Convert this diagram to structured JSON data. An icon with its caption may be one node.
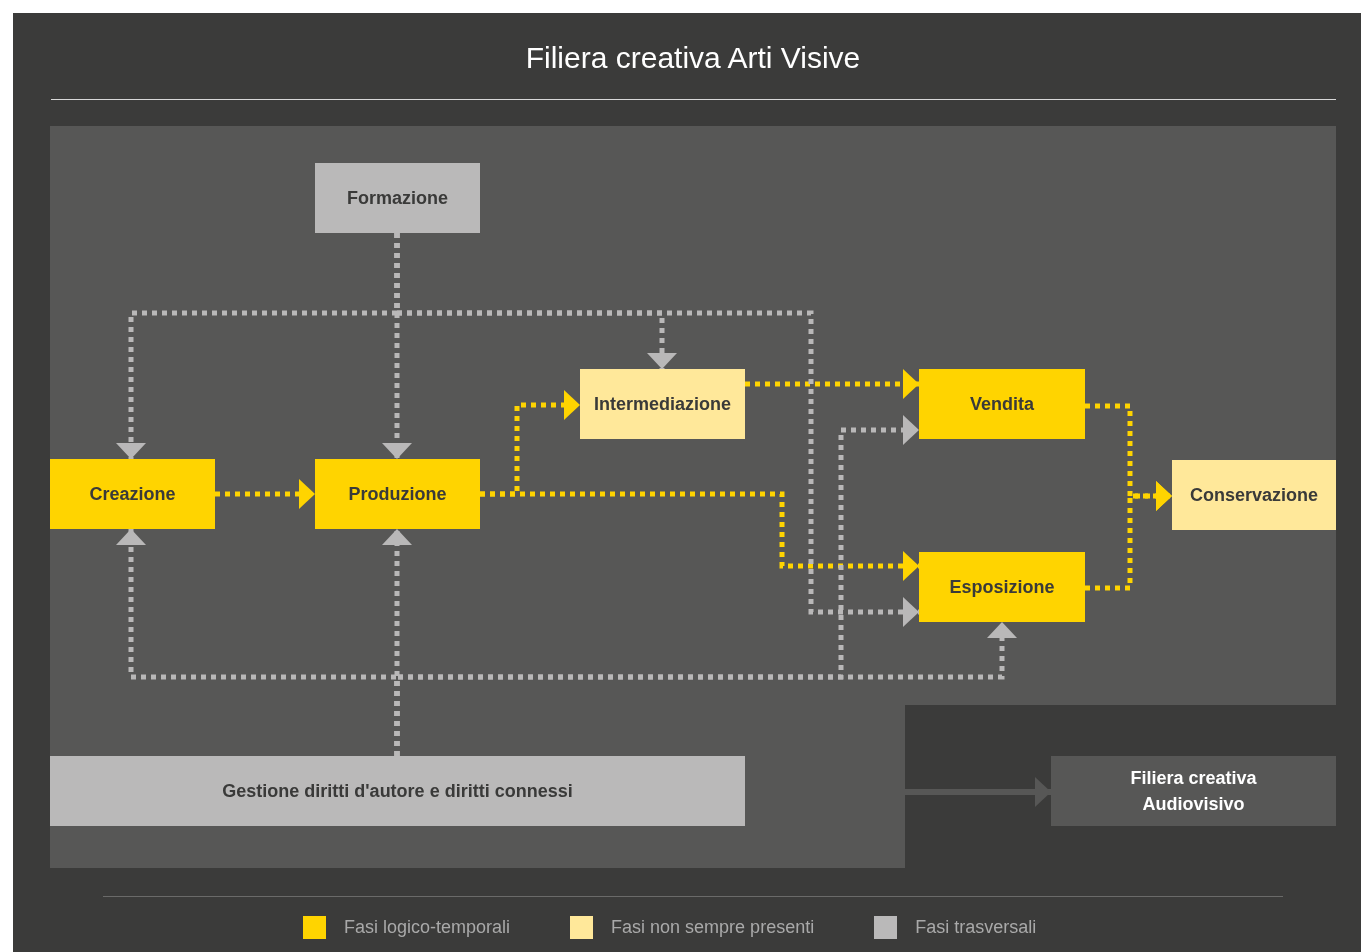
{
  "diagram": {
    "title": "Filiera creativa Arti Visive",
    "nodes": [
      {
        "text": [],
        "shape": "box"
      },
      {
        "text": [
          "Formazione"
        ],
        "in": 0
      },
      {
        "text": [
          "Intermediazione"
        ],
        "in": 0
      },
      {
        "text": [
          "Vendita"
        ],
        "in": 0
      },
      {
        "text": [
          "Creazione"
        ],
        "in": 0
      },
      {
        "text": [
          "Produzione"
        ],
        "in": 0
      },
      {
        "text": [
          "Conservazione"
        ],
        "in": 0
      },
      {
        "text": [
          "Esposizione"
        ],
        "in": 0
      },
      {
        "text": [
          "Gestione diritti d'autore e diritti connessi"
        ],
        "in": 0
      },
      {
        "text": [
          "Filiera creativa Audiovisivo"
        ]
      }
    ],
    "edges": [
      {
        "from": 4,
        "to": 5,
        "arrow": "to",
        "style": "dashed",
        "color": "#ffd400"
      },
      {
        "from": 5,
        "to": 2,
        "arrow": "to",
        "style": "dashed",
        "color": "#ffd400"
      },
      {
        "from": 5,
        "to": 7,
        "arrow": "to",
        "style": "dashed",
        "color": "#ffd400"
      },
      {
        "from": 2,
        "to": 3,
        "arrow": "to",
        "style": "dashed",
        "color": "#ffd400"
      },
      {
        "from": 3,
        "to": 6,
        "arrow": "to",
        "style": "dashed",
        "color": "#ffd400"
      },
      {
        "from": 7,
        "to": 6,
        "arrow": "to",
        "style": "dashed",
        "color": "#ffd400"
      },
      {
        "from": 1,
        "to": 5,
        "arrow": "to",
        "style": "dashed",
        "color": "#b9b8b8"
      },
      {
        "from": 1,
        "to": 4,
        "arrow": "to",
        "style": "dashed",
        "color": "#b9b8b8"
      },
      {
        "from": 1,
        "to": 2,
        "arrow": "to",
        "style": "dashed",
        "color": "#b9b8b8"
      },
      {
        "from": 1,
        "to": 7,
        "arrow": "to",
        "style": "dashed",
        "color": "#b9b8b8"
      },
      {
        "from": 8,
        "to": 5,
        "arrow": "to",
        "style": "dashed",
        "color": "#b9b8b8"
      },
      {
        "from": 8,
        "to": 4,
        "arrow": "to",
        "style": "dashed",
        "color": "#b9b8b8"
      },
      {
        "from": 8,
        "to": 7,
        "arrow": "to",
        "style": "dashed",
        "color": "#b9b8b8"
      },
      {
        "from": 8,
        "to": 3,
        "arrow": "to",
        "style": "dashed",
        "color": "#b9b8b8"
      },
      {
        "from": 0,
        "to": 9,
        "arrow": "to",
        "color": "#575756"
      }
    ],
    "legend": [
      {
        "text": "Fasi logico-temporali",
        "color": "#ffd400"
      },
      {
        "text": "Fasi non sempre presenti",
        "color": "#ffe89a"
      },
      {
        "text": "Fasi trasversali",
        "color": "#bab9b9"
      }
    ]
  }
}
